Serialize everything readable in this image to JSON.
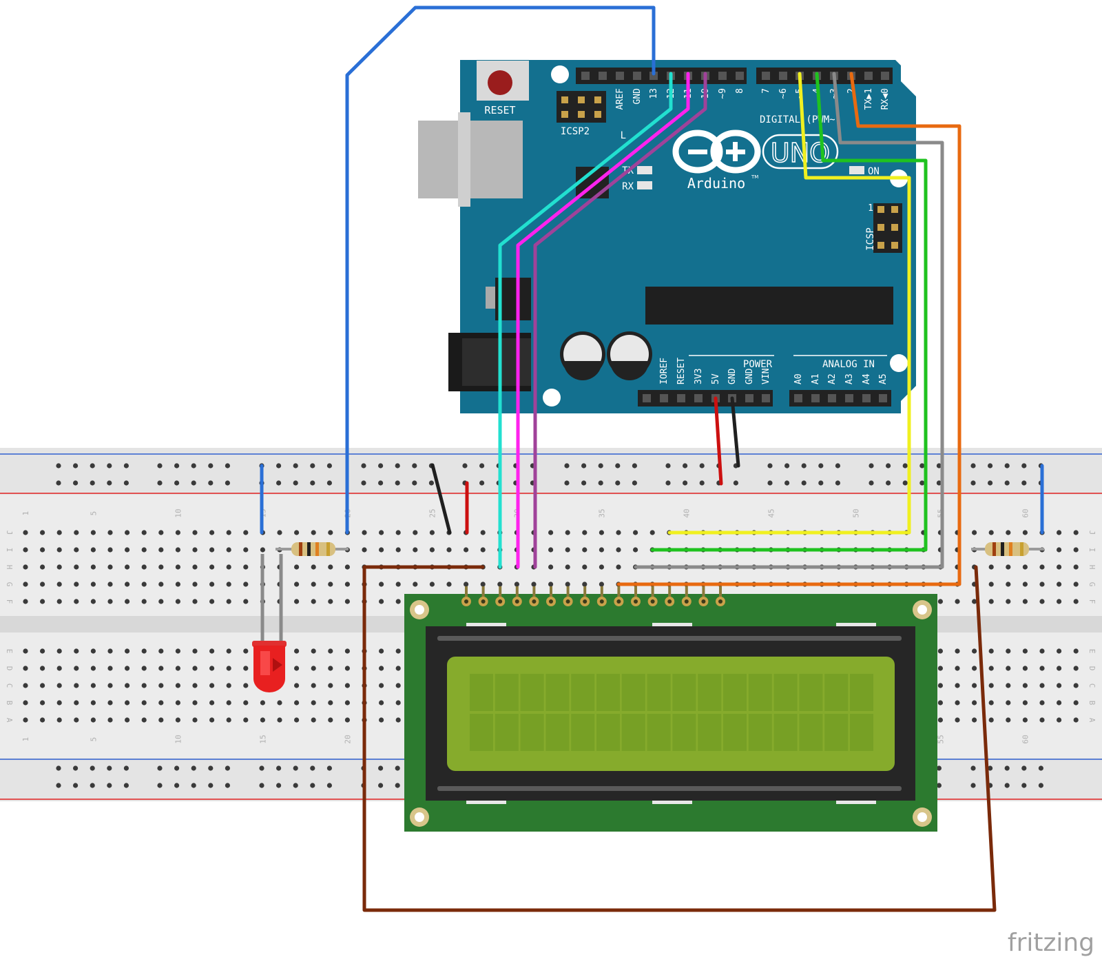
{
  "board": {
    "reset_label": "RESET",
    "icsp2_label": "ICSP2",
    "icsp_label": "ICSP",
    "digital_label": "DIGITAL (PWM~)",
    "uno_label": "UNO",
    "brand_label": "Arduino",
    "tm": "TM",
    "on_label": "ON",
    "tx_label": "TX",
    "rx_label": "RX",
    "l_label": "L",
    "power_label": "POWER",
    "analog_label": "ANALOG IN",
    "icsp_one": "1",
    "top_pins_a": [
      "AREF",
      "GND",
      "13",
      "12",
      "~11",
      "~10",
      "~9",
      "8"
    ],
    "top_pins_b": [
      "7",
      "~6",
      "~5",
      "4",
      "~3",
      "2",
      "TX▶1",
      "RX◀0"
    ],
    "power_pins": [
      "IOREF",
      "RESET",
      "3V3",
      "5V",
      "GND",
      "GND",
      "VIN"
    ],
    "analog_pins": [
      "A0",
      "A1",
      "A2",
      "A3",
      "A4",
      "A5"
    ]
  },
  "breadboard": {
    "row_letters_top": [
      "J",
      "I",
      "H",
      "G",
      "F"
    ],
    "row_letters_bottom": [
      "E",
      "D",
      "C",
      "B",
      "A"
    ],
    "column_numbers": [
      "1",
      "5",
      "10",
      "15",
      "20",
      "25",
      "30",
      "35",
      "40",
      "45",
      "50",
      "55",
      "60"
    ]
  },
  "watermark": "fritzing",
  "colors": {
    "board": "#13708f",
    "wire_blue": "#2a6fd6",
    "wire_cyan": "#22e0d0",
    "wire_magenta": "#ff22ee",
    "wire_purple": "#a0429a",
    "wire_yellow": "#f0f020",
    "wire_green": "#1fc21f",
    "wire_gray": "#8a8a8a",
    "wire_orange": "#e86a10",
    "wire_brown": "#7a2a0a",
    "wire_red": "#cc1010",
    "wire_black": "#202020",
    "lcd_screen": "#86ab2c",
    "lcd_pcb": "#2c7a2f"
  }
}
